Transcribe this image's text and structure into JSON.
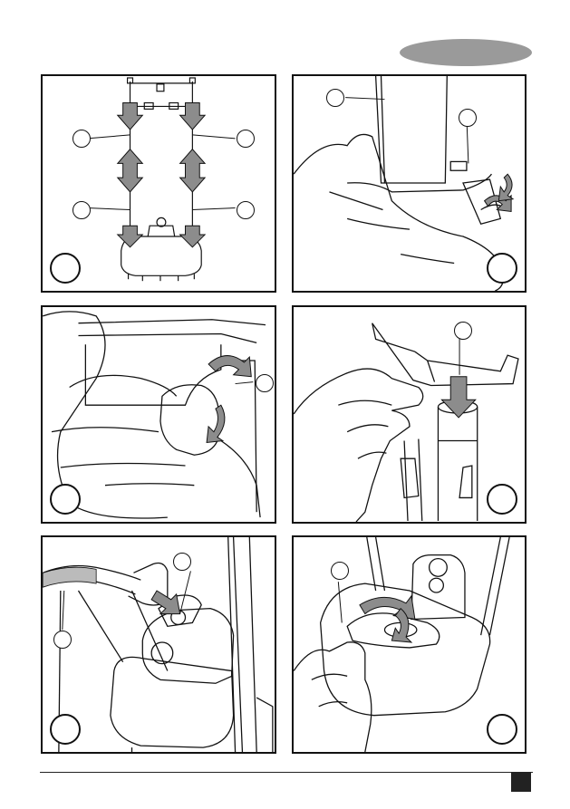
{
  "header": {
    "section_tab": ""
  },
  "panels": [
    {
      "id": 1,
      "caption_number": ""
    },
    {
      "id": 2,
      "caption_number": ""
    },
    {
      "id": 3,
      "caption_number": ""
    },
    {
      "id": 4,
      "caption_number": ""
    },
    {
      "id": 5,
      "caption_number": ""
    },
    {
      "id": 6,
      "caption_number": ""
    }
  ],
  "colors": {
    "tab": "#9a9a9a",
    "arrow_fill": "#8c8c8c",
    "page_marker": "#222222"
  },
  "footer": {
    "page_number": ""
  }
}
